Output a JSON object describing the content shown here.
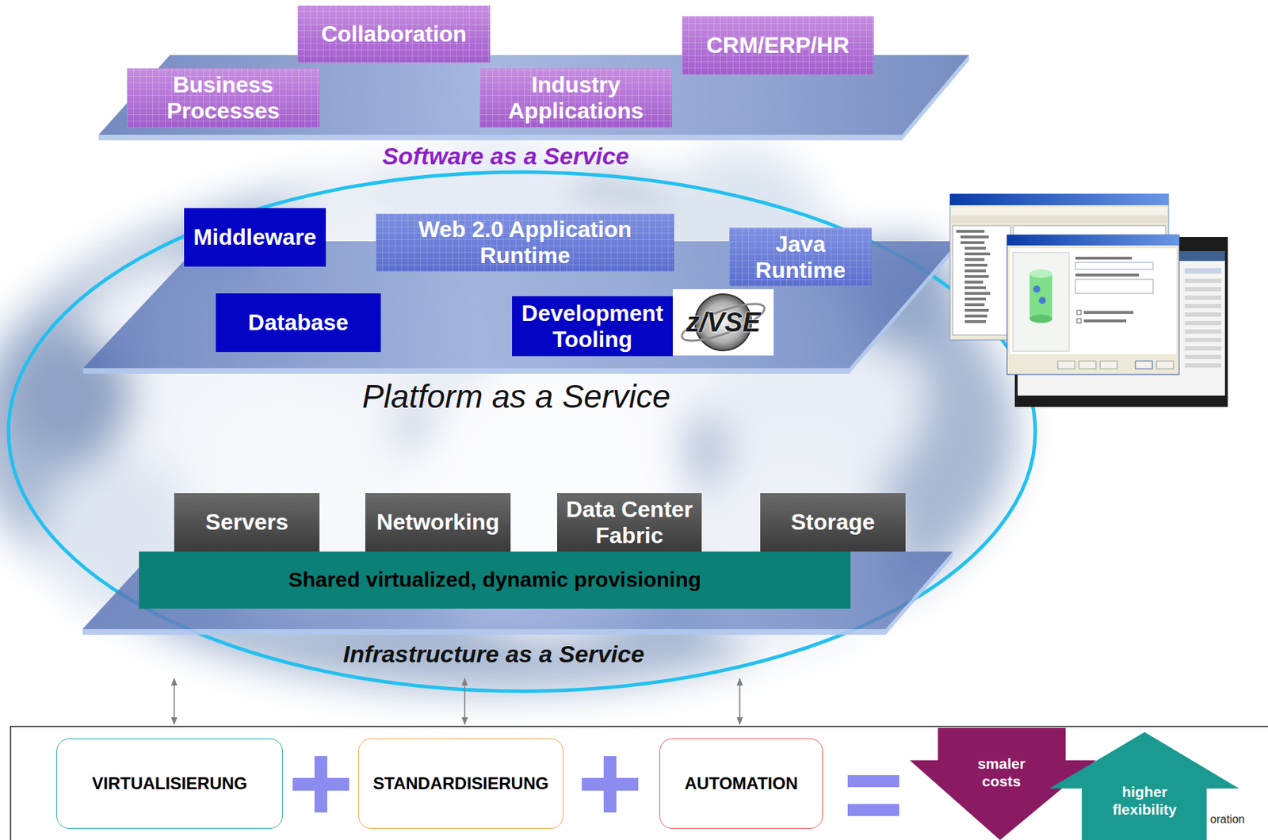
{
  "diagram": {
    "nodes": [
      {
        "text": [
          "Software as a Service"
        ]
      },
      {
        "text": [
          "Collaboration"
        ],
        "in": 0
      },
      {
        "text": [
          "CRM/ERP/HR"
        ],
        "in": 0
      },
      {
        "text": [
          "Business Processes"
        ],
        "in": 0
      },
      {
        "text": [
          "Industry Applications"
        ],
        "in": 0
      },
      {
        "text": [
          "Platform as a Service"
        ]
      },
      {
        "text": [
          "Middleware"
        ],
        "in": 5
      },
      {
        "text": [
          "Web 2.0 Application Runtime"
        ],
        "in": 5
      },
      {
        "text": [
          "Java Runtime"
        ],
        "in": 5
      },
      {
        "text": [
          "Database"
        ],
        "in": 5
      },
      {
        "text": [
          "Development Tooling"
        ],
        "in": 5
      },
      {
        "text": [
          "Infrastructure as a Service"
        ]
      },
      {
        "text": [
          "Servers"
        ],
        "in": 11
      },
      {
        "text": [
          "Networking"
        ],
        "in": 11
      },
      {
        "text": [
          "Data Center Fabric"
        ],
        "in": 11
      },
      {
        "text": [
          "Storage"
        ],
        "in": 11
      },
      {
        "text": [
          "Shared virtualized, dynamic provisioning"
        ],
        "in": 11
      },
      {
        "text": [
          "VIRTUALISIERUNG"
        ]
      },
      {
        "text": [
          "STANDARDISIERUNG"
        ]
      },
      {
        "text": [
          "AUTOMATION"
        ]
      },
      {
        "text": [
          "smaler costs"
        ]
      },
      {
        "text": [
          "higher flexibility"
        ]
      }
    ],
    "labels": [
      "z/VSE",
      "oration"
    ]
  }
}
